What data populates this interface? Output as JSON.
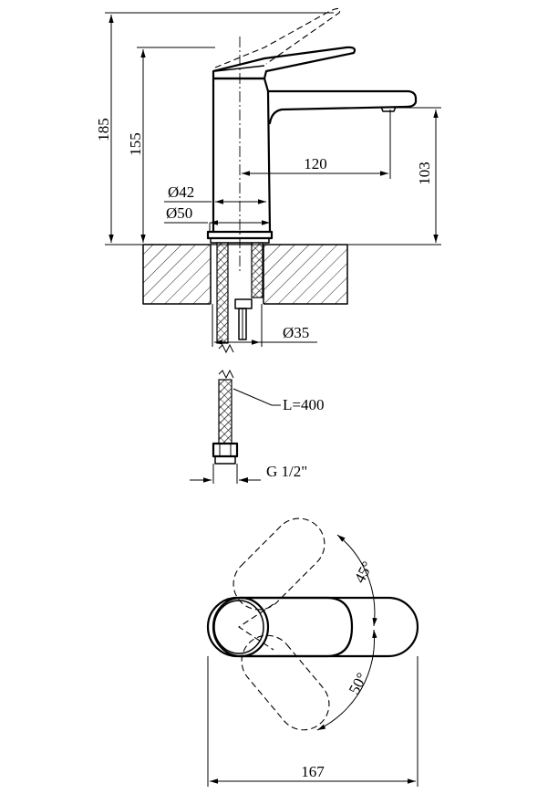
{
  "dimensions": {
    "total_height": "185",
    "spout_height": "155",
    "outlet_height": "103",
    "spout_reach": "120",
    "body_diameter": "Ø42",
    "base_diameter": "Ø50",
    "hole_diameter": "Ø35",
    "hose_length": "L=400",
    "thread": "G 1/2\"",
    "lever_angle_left": "45°",
    "lever_angle_right": "50°",
    "plan_width": "167"
  }
}
